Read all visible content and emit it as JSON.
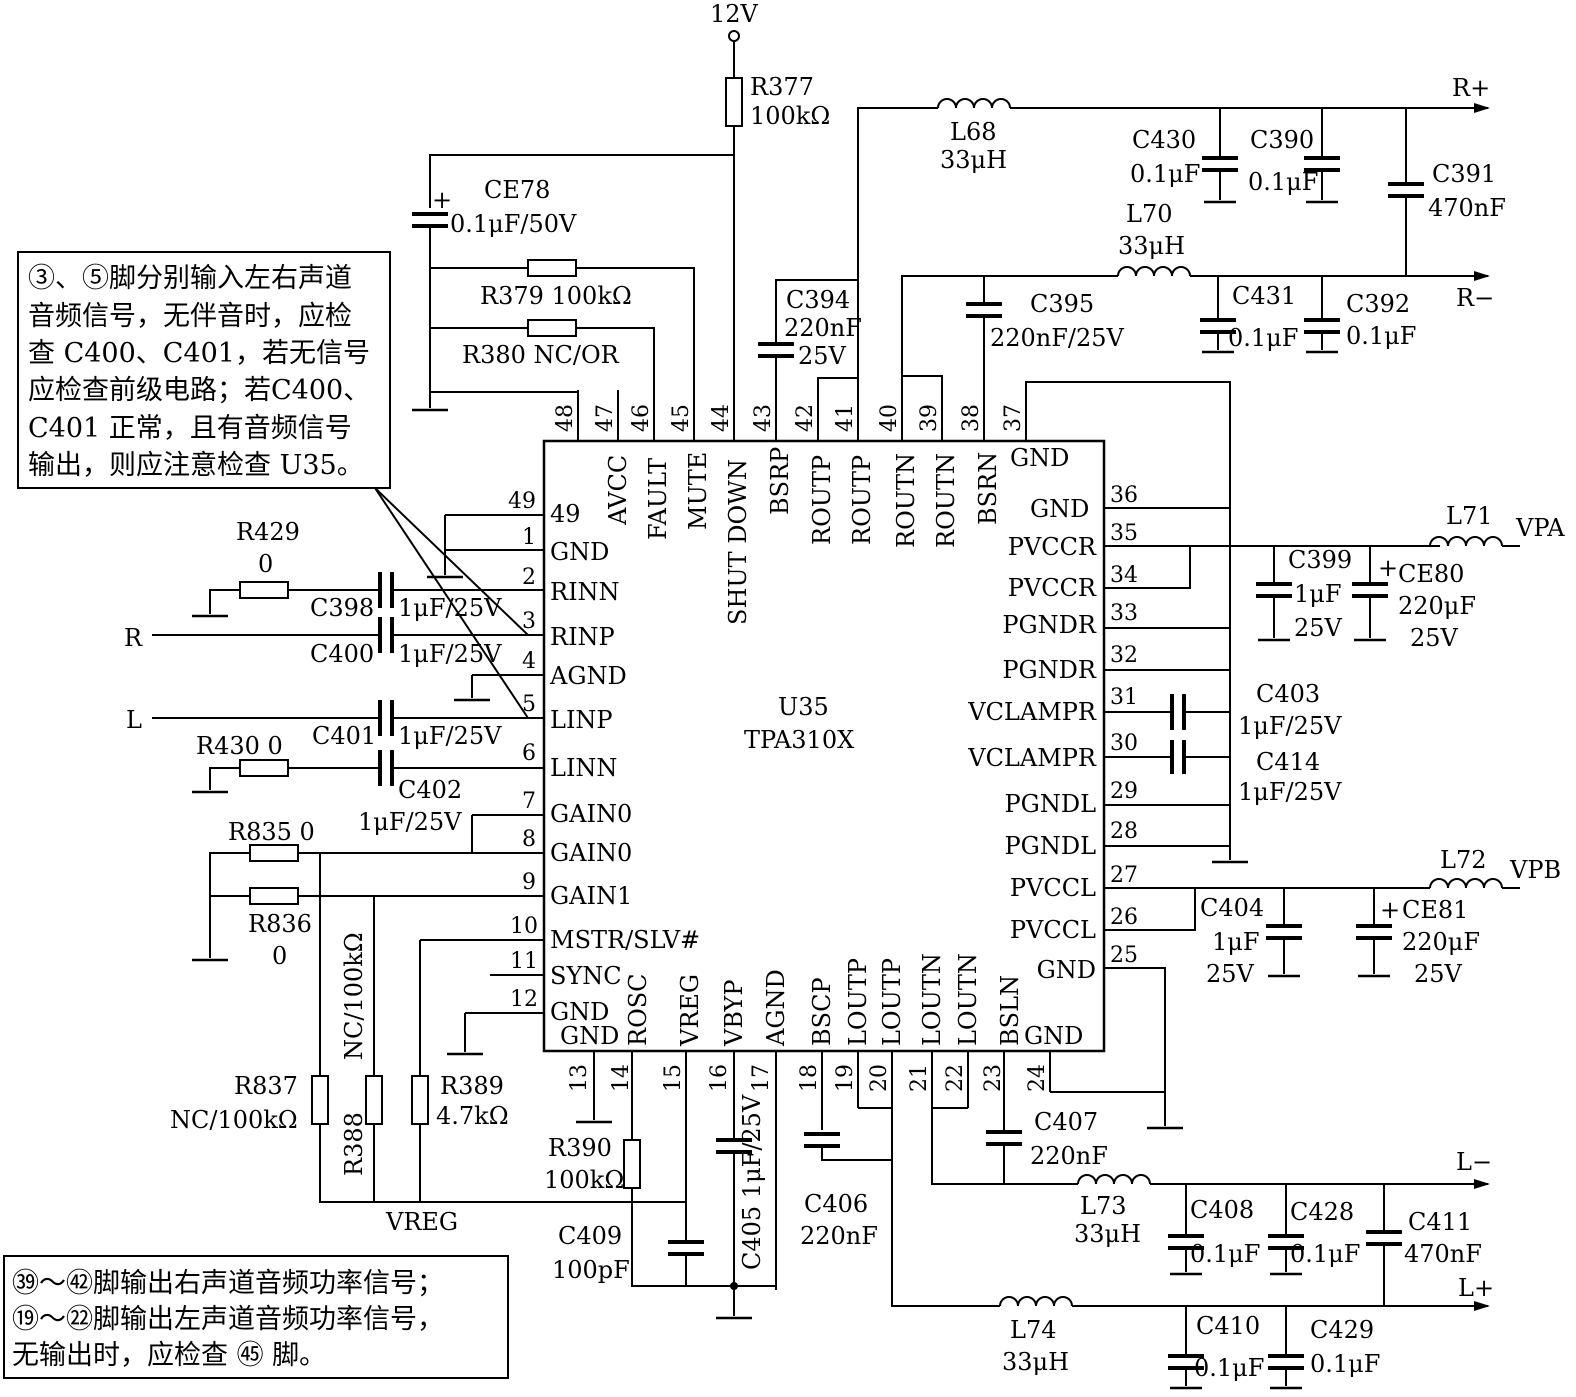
{
  "supply_label": "12V",
  "chip": {
    "ref": "U35",
    "part": "TPA310X"
  },
  "signals": {
    "r_in": "R",
    "l_in": "L",
    "vreg": "VREG",
    "vpa": "VPA",
    "vpb": "VPB",
    "r_plus": "R+",
    "r_minus": "R−",
    "l_minus": "L−",
    "l_plus": "L+"
  },
  "pins": {
    "top": [
      {
        "num": "48",
        "name": "AVCC"
      },
      {
        "num": "47",
        "name": ""
      },
      {
        "num": "46",
        "name": "FAULT"
      },
      {
        "num": "45",
        "name": "MUTE"
      },
      {
        "num": "44",
        "name": "SHUT DOWN"
      },
      {
        "num": "43",
        "name": "BSRP"
      },
      {
        "num": "42",
        "name": "ROUTP"
      },
      {
        "num": "41",
        "name": "ROUTP"
      },
      {
        "num": "40",
        "name": "ROUTN"
      },
      {
        "num": "39",
        "name": "ROUTN"
      },
      {
        "num": "38",
        "name": "BSRN"
      },
      {
        "num": "37",
        "name": ""
      }
    ],
    "left": [
      {
        "num": "49",
        "name": "49"
      },
      {
        "num": "1",
        "name": "GND"
      },
      {
        "num": "2",
        "name": "RINN"
      },
      {
        "num": "3",
        "name": "RINP"
      },
      {
        "num": "4",
        "name": "AGND"
      },
      {
        "num": "5",
        "name": "LINP"
      },
      {
        "num": "6",
        "name": "LINN"
      },
      {
        "num": "7",
        "name": "GAIN0"
      },
      {
        "num": "8",
        "name": "GAIN0"
      },
      {
        "num": "9",
        "name": "GAIN1"
      },
      {
        "num": "10",
        "name": "MSTR/SLV#"
      },
      {
        "num": "11",
        "name": "SYNC"
      },
      {
        "num": "12",
        "name": "GND"
      }
    ],
    "right": [
      {
        "num": "",
        "name": "GND"
      },
      {
        "num": "36",
        "name": "GND"
      },
      {
        "num": "35",
        "name": "PVCCR"
      },
      {
        "num": "34",
        "name": "PVCCR"
      },
      {
        "num": "33",
        "name": "PGNDR"
      },
      {
        "num": "32",
        "name": "PGNDR"
      },
      {
        "num": "31",
        "name": "VCLAMPR"
      },
      {
        "num": "30",
        "name": "VCLAMPR"
      },
      {
        "num": "29",
        "name": "PGNDL"
      },
      {
        "num": "28",
        "name": "PGNDL"
      },
      {
        "num": "27",
        "name": "PVCCL"
      },
      {
        "num": "26",
        "name": "PVCCL"
      },
      {
        "num": "25",
        "name": "GND"
      }
    ],
    "bottom": [
      {
        "num": "13",
        "name": "GND"
      },
      {
        "num": "14",
        "name": "ROSC"
      },
      {
        "num": "15",
        "name": "VREG"
      },
      {
        "num": "16",
        "name": "VBYP"
      },
      {
        "num": "17",
        "name": "AGND"
      },
      {
        "num": "18",
        "name": "BSCP"
      },
      {
        "num": "19",
        "name": "LOUTP"
      },
      {
        "num": "20",
        "name": "LOUTP"
      },
      {
        "num": "21",
        "name": "LOUTN"
      },
      {
        "num": "22",
        "name": "LOUTN"
      },
      {
        "num": "23",
        "name": "BSLN"
      },
      {
        "num": "24",
        "name": "GND"
      }
    ]
  },
  "components": {
    "r377": {
      "ref": "R377",
      "val": "100kΩ"
    },
    "ce78": {
      "ref": "CE78",
      "val": "0.1μF/50V",
      "plus": "+"
    },
    "r379": {
      "text": "R379  100kΩ"
    },
    "r380": {
      "text": "R380  NC/OR"
    },
    "l68": {
      "ref": "L68",
      "val": "33μH"
    },
    "c430": {
      "ref": "C430",
      "val": "0.1μF"
    },
    "c390": {
      "ref": "C390",
      "val": "0.1μF"
    },
    "c391": {
      "ref": "C391",
      "val": "470nF"
    },
    "l70": {
      "ref": "L70",
      "val": "33μH"
    },
    "c431": {
      "ref": "C431",
      "val": "0.1μF"
    },
    "c392": {
      "ref": "C392",
      "val": "0.1μF"
    },
    "c394": {
      "ref": "C394",
      "val1": "220nF",
      "val2": "25V"
    },
    "c395": {
      "ref": "C395",
      "val": "220nF/25V"
    },
    "r429": {
      "ref": "R429",
      "val": "0"
    },
    "c398": {
      "ref": "C398",
      "val": "1μF/25V"
    },
    "c400": {
      "ref": "C400",
      "val": "1μF/25V"
    },
    "c401": {
      "ref": "C401",
      "val": "1μF/25V"
    },
    "r430": {
      "text": "R430  0"
    },
    "c402": {
      "ref": "C402",
      "val": "1μF/25V"
    },
    "r835": {
      "text": "R835  0"
    },
    "r836": {
      "ref": "R836",
      "val": "0"
    },
    "r837": {
      "ref": "R837",
      "val": "NC/100kΩ"
    },
    "r388": {
      "ref": "R388",
      "val": "NC/100kΩ"
    },
    "r389": {
      "ref": "R389",
      "val": "4.7kΩ"
    },
    "r390": {
      "ref": "R390",
      "val": "100kΩ"
    },
    "c409": {
      "ref": "C409",
      "val": "100pF"
    },
    "c405": {
      "text": "C405 1μF/25V"
    },
    "c406": {
      "ref": "C406",
      "val": "220nF"
    },
    "c407": {
      "ref": "C407",
      "val": "220nF"
    },
    "l73": {
      "ref": "L73",
      "val": "33μH"
    },
    "c408": {
      "ref": "C408",
      "val": "0.1μF"
    },
    "c428": {
      "ref": "C428",
      "val": "0.1μF"
    },
    "c411": {
      "ref": "C411",
      "val": "470nF"
    },
    "l74": {
      "ref": "L74",
      "val": "33μH"
    },
    "c410": {
      "ref": "C410",
      "val": "0.1μF"
    },
    "c429": {
      "ref": "C429",
      "val": "0.1μF"
    },
    "l71": {
      "ref": "L71"
    },
    "c399": {
      "ref": "C399",
      "val1": "1μF",
      "val2": "25V"
    },
    "ce80": {
      "ref": "CE80",
      "val1": "220μF",
      "val2": "25V",
      "plus": "+"
    },
    "c403": {
      "ref": "C403",
      "val": "1μF/25V"
    },
    "c414": {
      "ref": "C414",
      "val": "1μF/25V"
    },
    "l72": {
      "ref": "L72"
    },
    "c404": {
      "ref": "C404",
      "val1": "1μF",
      "val2": "25V"
    },
    "ce81": {
      "ref": "CE81",
      "val1": "220μF",
      "val2": "25V",
      "plus": "+"
    }
  },
  "note1": {
    "lines": [
      "③、⑤脚分别输入左右声道",
      "音频信号，无伴音时，应检",
      "查 C400、C401，若无信号",
      "应检查前级电路；若C400、",
      "C401 正常，且有音频信号",
      "输出，则应注意检查 U35。"
    ]
  },
  "note2": {
    "lines": [
      "㊴～㊷脚输出右声道音频功率信号；",
      "⑲～㉒脚输出左声道音频功率信号，",
      "无输出时，应检查 ㊺ 脚。"
    ]
  }
}
